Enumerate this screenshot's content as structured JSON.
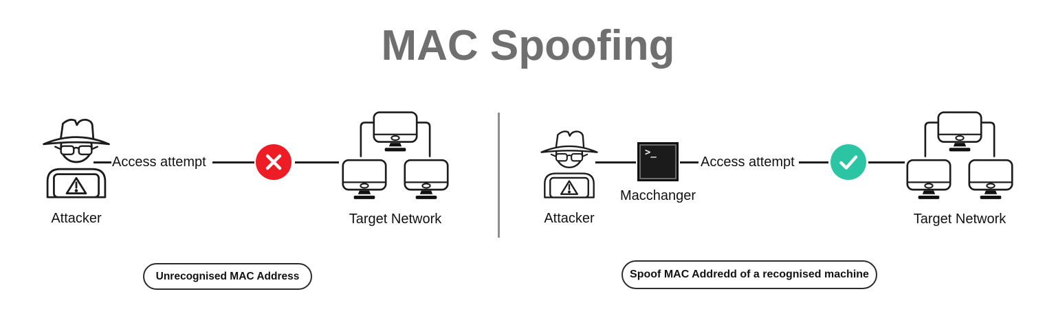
{
  "title": "MAC Spoofing",
  "colors": {
    "title": "#6F6F6F",
    "stroke": "#1C1C1C",
    "deny": "#EE1C25",
    "allow": "#2BC5A3",
    "divider": "#8E8E8E"
  },
  "scenes": {
    "left": {
      "attacker_label": "Attacker",
      "flow_label": "Access attempt",
      "result": "denied",
      "result_icon": "cross-icon",
      "network_label": "Target Network",
      "caption": "Unrecognised MAC Address"
    },
    "right": {
      "attacker_label": "Attacker",
      "tool_label": "Macchanger",
      "terminal_prompt": ">_",
      "flow_label": "Access attempt",
      "result": "allowed",
      "result_icon": "check-icon",
      "network_label": "Target Network",
      "caption": "Spoof MAC Addredd of a recognised machine"
    }
  }
}
